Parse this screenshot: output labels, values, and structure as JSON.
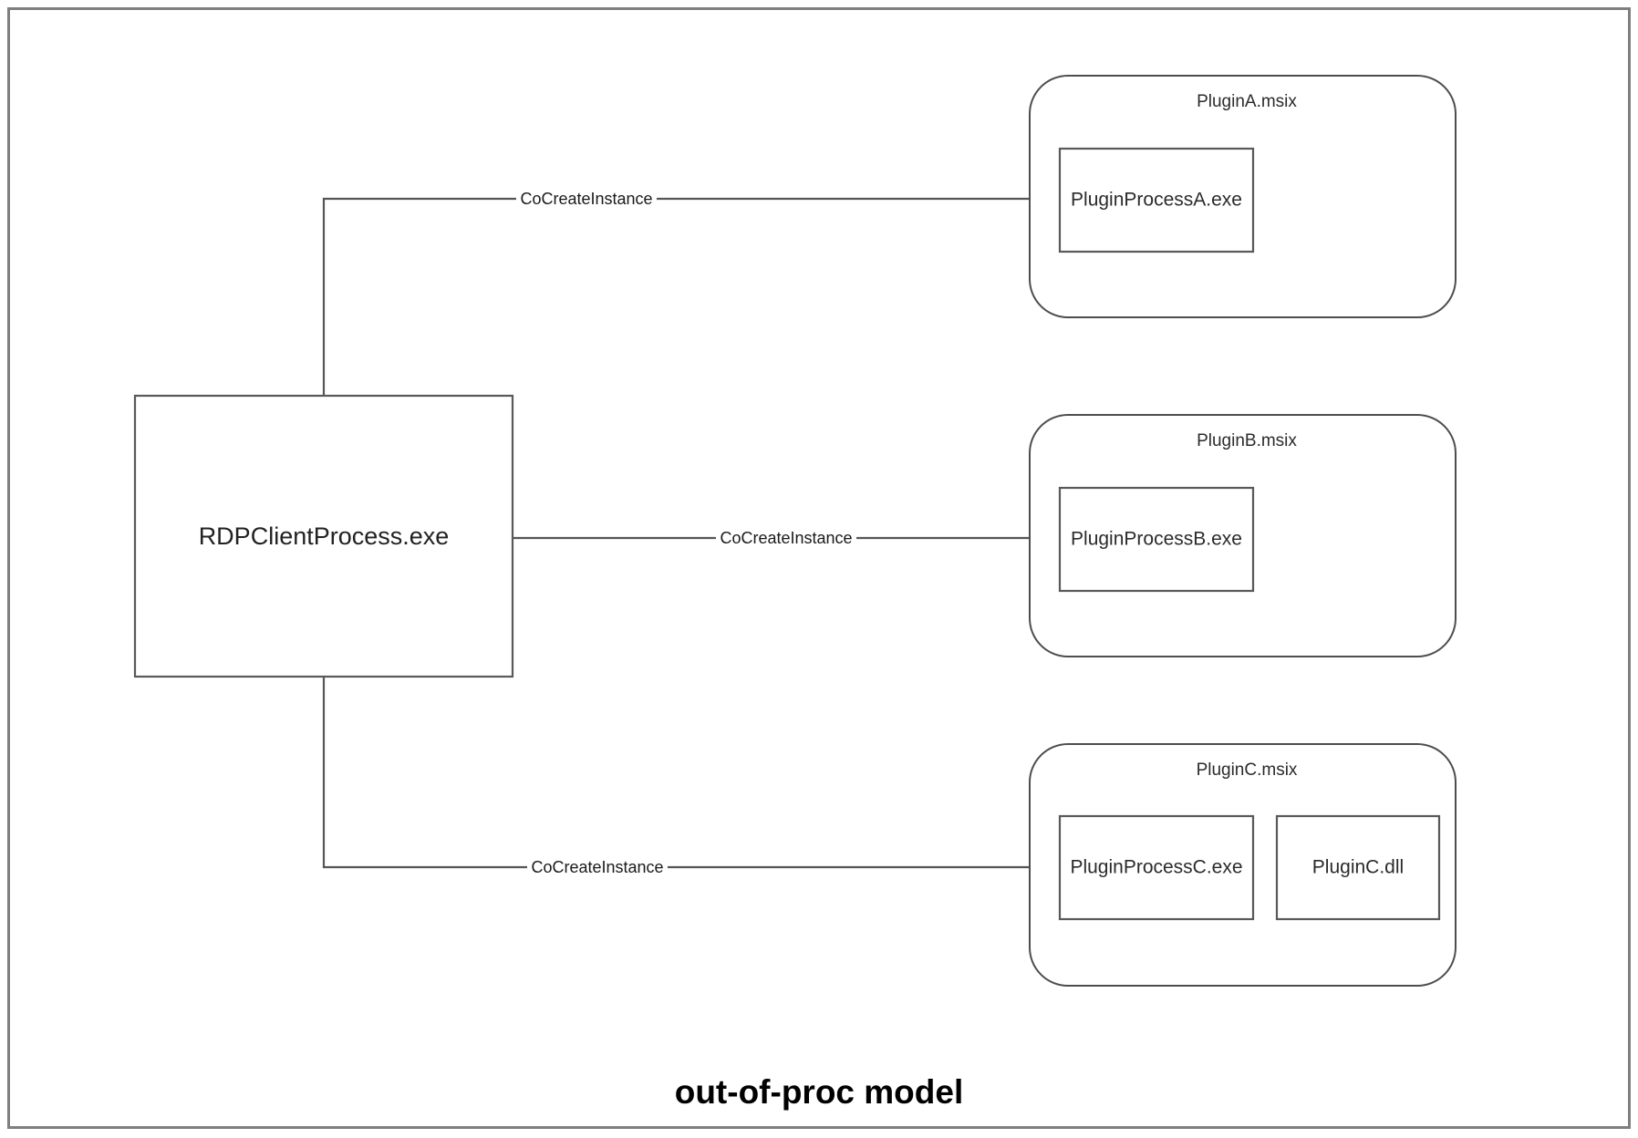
{
  "diagram": {
    "caption": "out-of-proc model",
    "main_process": {
      "label": "RDPClientProcess.exe"
    },
    "groups": [
      {
        "id": "plugin-a",
        "label": "PluginA.msix",
        "boxes": [
          {
            "id": "plugin-process-a",
            "label": "PluginProcessA.exe"
          }
        ]
      },
      {
        "id": "plugin-b",
        "label": "PluginB.msix",
        "boxes": [
          {
            "id": "plugin-process-b",
            "label": "PluginProcessB.exe"
          }
        ]
      },
      {
        "id": "plugin-c",
        "label": "PluginC.msix",
        "boxes": [
          {
            "id": "plugin-process-c",
            "label": "PluginProcessC.exe"
          },
          {
            "id": "plugin-c-dll",
            "label": "PluginC.dll"
          }
        ]
      }
    ],
    "edges": [
      {
        "id": "edge-a",
        "label": "CoCreateInstance",
        "from": "RDPClientProcess.exe",
        "to": "PluginProcessA.exe"
      },
      {
        "id": "edge-b",
        "label": "CoCreateInstance",
        "from": "RDPClientProcess.exe",
        "to": "PluginProcessB.exe"
      },
      {
        "id": "edge-c",
        "label": "CoCreateInstance",
        "from": "RDPClientProcess.exe",
        "to": "PluginProcessC.exe"
      },
      {
        "id": "edge-c-dll",
        "label": "",
        "from": "PluginProcessC.exe",
        "to": "PluginC.dll"
      }
    ],
    "colors": {
      "background": "#ffffff",
      "frame_stroke": "#7f7f7f",
      "box_stroke": "#595959",
      "group_stroke": "#4d4d4d",
      "connector_stroke": "#555555",
      "text": "#222222"
    }
  }
}
